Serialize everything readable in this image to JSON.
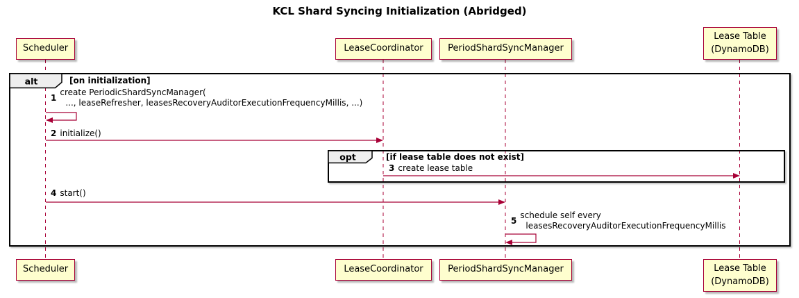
{
  "title": "KCL Shard Syncing Initialization (Abridged)",
  "colors": {
    "participant_fill": "#FEFECE",
    "accent": "#A80036",
    "frame_border": "#000000",
    "fragment_label_fill": "#EEEEEE",
    "background": "#FFFFFF"
  },
  "participants": [
    {
      "lines": [
        "Scheduler"
      ]
    },
    {
      "lines": [
        "LeaseCoordinator"
      ]
    },
    {
      "lines": [
        "PeriodShardSyncManager"
      ]
    },
    {
      "lines": [
        "Lease Table",
        "(DynamoDB)"
      ]
    }
  ],
  "fragments": [
    {
      "operator": "alt",
      "condition": "[on initialization]"
    },
    {
      "operator": "opt",
      "condition": "[if lease table does not exist]"
    }
  ],
  "messages": [
    {
      "num": "1",
      "line1": "create PeriodicShardSyncManager(",
      "line2": "..., leaseRefresher, leasesRecoveryAuditorExecutionFrequencyMillis, ...)",
      "from": "Scheduler",
      "to": "Scheduler",
      "kind": "self"
    },
    {
      "num": "2",
      "line1": "initialize()",
      "from": "Scheduler",
      "to": "LeaseCoordinator",
      "kind": "solid"
    },
    {
      "num": "3",
      "line1": "create lease table",
      "from": "LeaseCoordinator",
      "to": "Lease Table (DynamoDB)",
      "kind": "solid"
    },
    {
      "num": "4",
      "line1": "start()",
      "from": "Scheduler",
      "to": "PeriodShardSyncManager",
      "kind": "solid"
    },
    {
      "num": "5",
      "line1": "schedule self every",
      "line2": "leasesRecoveryAuditorExecutionFrequencyMillis",
      "from": "PeriodShardSyncManager",
      "to": "PeriodShardSyncManager",
      "kind": "self"
    }
  ]
}
